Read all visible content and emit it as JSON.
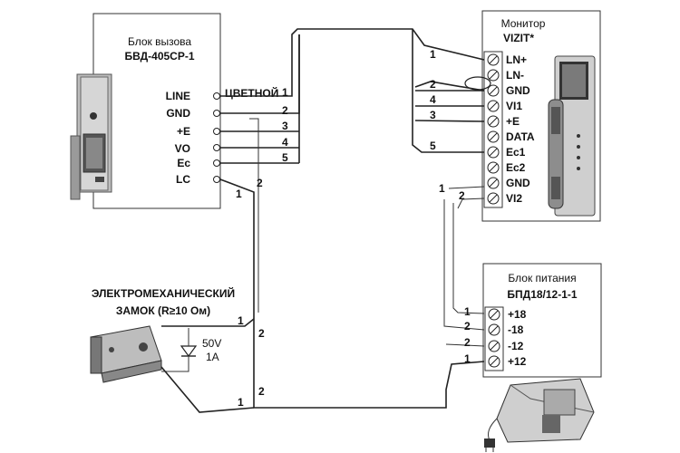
{
  "call_block": {
    "title": "Блок вызова",
    "model": "БВД-405СР-1",
    "terminals": [
      "LINE",
      "GND",
      "+E",
      "VO",
      "Ec",
      "LC"
    ],
    "note": "ЦВЕТНОЙ"
  },
  "monitor": {
    "title": "Монитор",
    "model": "VIZIT*",
    "terminals": [
      "LN+",
      "LN-",
      "GND",
      "VI1",
      "+E",
      "DATA",
      "Ec1",
      "Ec2",
      "GND",
      "VI2"
    ]
  },
  "power_supply": {
    "title": "Блок питания",
    "model": "БПД18/12-1-1",
    "terminals": [
      "+18",
      "-18",
      "-12",
      "+12"
    ]
  },
  "lock": {
    "title_line1": "ЭЛЕКТРОМЕХАНИЧЕСКИЙ",
    "title_line2": "ЗАМОК (R≥10 Ом)",
    "diode_voltage": "50V",
    "diode_current": "1A"
  },
  "wire_numbers": {
    "call_1": "1",
    "call_2": "2",
    "call_3": "3",
    "call_4": "4",
    "call_5": "5",
    "mon_1": "1",
    "mon_2": "2",
    "mon_4": "4",
    "mon_3": "3",
    "mon_5": "5",
    "lc_1": "1",
    "lc_2": "2",
    "mon_low_1": "1",
    "mon_low_2": "2",
    "lock_1": "1",
    "lock_2": "2",
    "lock_bottom_1": "1",
    "lock_bottom_2": "2",
    "psu_1": "1",
    "psu_2": "2",
    "psu_3": "2",
    "psu_4": "1"
  }
}
